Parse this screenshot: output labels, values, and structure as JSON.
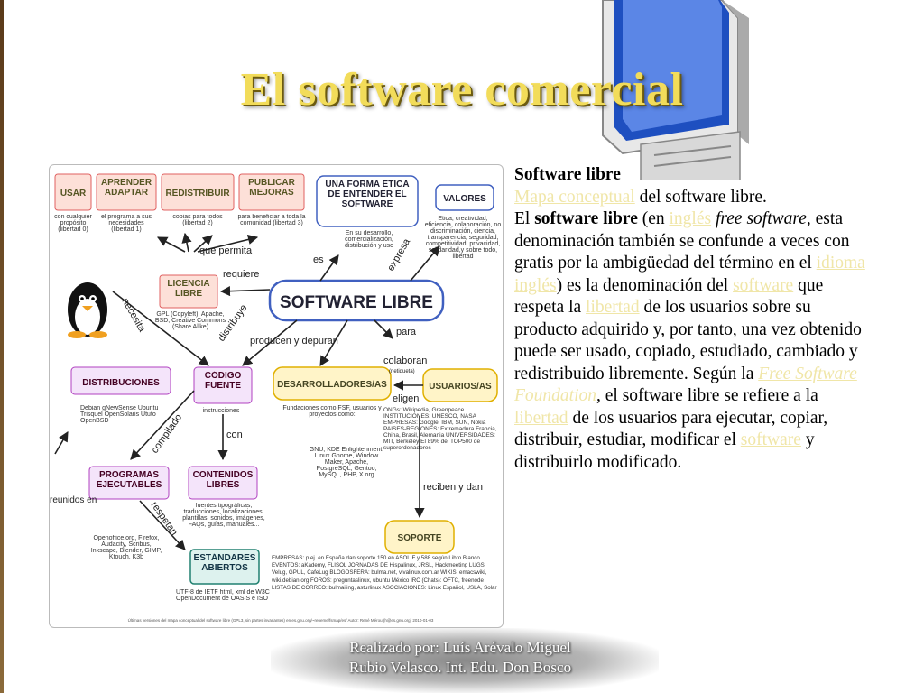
{
  "slide": {
    "title": "El software comercial",
    "footer_line1": "Realizado por: Luís Arévalo Miguel",
    "footer_line2": "Rubio Velasco. Int. Edu. Don Bosco"
  },
  "colors": {
    "title": "#f2dc5a",
    "link": "#f0e6a8",
    "node_red_border": "#e06060",
    "node_purple_border": "#b040c0",
    "node_yellow_border": "#e0b000",
    "node_blue_border": "#4060c0",
    "node_teal_border": "#208070"
  },
  "concept_map": {
    "nodes": {
      "usar": "USAR",
      "aprender": "APRENDER ADAPTAR",
      "redistribuir": "REDISTRIBUIR",
      "publicar": "PUBLICAR MEJORAS",
      "forma_etica": "UNA FORMA ÉTICA DE ENTENDER EL SOFTWARE",
      "valores": "VALORES",
      "licencia": "LICENCIA LIBRE",
      "software_libre": "SOFTWARE LIBRE",
      "distribuciones": "DISTRIBUCIONES",
      "codigo": "CÓDIGO FUENTE",
      "desarrolladores": "DESARROLLADORES/AS",
      "usuarios": "USUARIOS/AS",
      "programas": "PROGRAMAS EJECUTABLES",
      "contenidos": "CONTENIDOS LIBRES",
      "estandares": "ESTÁNDARES ABIERTOS",
      "soporte": "SOPORTE"
    },
    "notes": {
      "usar": "con cualquier propósito (libertad 0)",
      "aprender": "el programa a sus necesidades (libertad 1)",
      "redistribuir": "copias para todos (libertad 2)",
      "publicar": "para beneficiar a toda la comunidad (libertad 3)",
      "forma_etica": "En su desarrollo, comercialización, distribución y uso",
      "valores": "Ética, creatividad, eficiencia, colaboración, no discriminación, ciencia, transparencia, seguridad, competitividad, privacidad, solidaridad,y sobre todo, libertad",
      "licencia": "GPL (Copyleft), Apache, BSD, Creative Commons (Share Alike)",
      "distribuciones": "Debian  gNewSense Ubuntu  Trisquel OpenSolaris  Ututo OpenBSD",
      "codigo": "instrucciones",
      "desarrolladores": "Fundaciones como FSF, usuarios y proyectos como:",
      "dev_projects": "GNU, KDE Enlightenment, Linux Gnome, Window Maker, Apache, PostgreSQL, Gentoo, MySQL, PHP, X.org",
      "programas": "Openoffice.org, Firefox, Audacity, Scribus, Inkscape, Blender, GIMP, Ktouch, K3b",
      "contenidos": "fuentes tipográficas, traducciones, localizaciones, plantillas, sonidos, imágenes, FAQs, guías, manuales...",
      "estandares": "UTF-8 de IETF html, xml de W3C OpenDocument de OASIS e ISO",
      "usuarios_orgs": "ONGs: Wikipedia, Greenpeace INSTITUCIONES: UNESCO, NASA EMPRESAS: Google, IBM, SUN, Nokia PAISES-REGIONES: Extremadura Francia, China, Brasil, Alemania UNIVERSIDADES: MIT, Berkeley El 89% del TOP500 de superordenadores",
      "soporte_info": "EMPRESAS: p.ej. en España dan soporte 150 en ASOLIF y 588 según Libro Blanco EVENTOS: aKademy, FLISOL JORNADAS DE Hispalinux, JRSL, Hackmeeting LUGS: Velug, GPUL, CafeLug BLOGOSFERA: bulma.net, vivalinux.com.ar WIKIS: emacswiki, wiki.debian.org FOROS: preguntaslinux, ubuntu México IRC (Chats): OFTC, freenode LISTAS DE CORREO: bulmailing, asturlinux ASOCIACIONES: Linux Español, USLA, Solar",
      "credits": "Últimas versiones del mapa conceptual del software libre (GPL3, sin partes invariantes) en es.gnu.org/~reneme/fsmap/es/  Autor: René Mérou (h@es.gnu.org) 2010-01-03"
    },
    "links": {
      "que_permita": "que permita",
      "requiere": "requiere",
      "es": "es",
      "expresa": "expresa",
      "necesita": "necesita",
      "distribuye": "distribuye",
      "producen": "producen y depuran",
      "para": "para",
      "colaboran": "colaboran",
      "netiqueta": "(netiqueta)",
      "eligen": "eligen",
      "compilado": "compilado",
      "con": "con",
      "reciben": "reciben y dan",
      "reunidos": "reunidos en",
      "respetan": "respetan"
    }
  },
  "text": {
    "heading": "Software libre",
    "p1_link": "Mapa conceptual",
    "p1_rest": " del software libre.",
    "s1": "El ",
    "s2": "software libre",
    "s3": " (en ",
    "l_ingles1": "inglés",
    "s4": " ",
    "s5": "free software",
    "s6": ", esta denominación también se confunde a veces con gratis por la ambigüedad del término en el ",
    "l_idioma": "idioma inglés",
    "s7": ") es la denominación del ",
    "l_software1": "software",
    "s8": " que respeta la ",
    "l_libertad1": "libertad",
    "s9": " de los usuarios sobre su producto adquirido y, por tanto, una vez obtenido puede ser usado, copiado, estudiado, cambiado y redistribuido libremente. Según la ",
    "l_fsf": "Free Software Foundation",
    "s10": ", el software libre se refiere a la ",
    "l_libertad2": "libertad",
    "s11": " de los usuarios para ejecutar, copiar, distribuir, estudiar, modificar el ",
    "l_software2": "software",
    "s12": " y distribuirlo modificado."
  }
}
